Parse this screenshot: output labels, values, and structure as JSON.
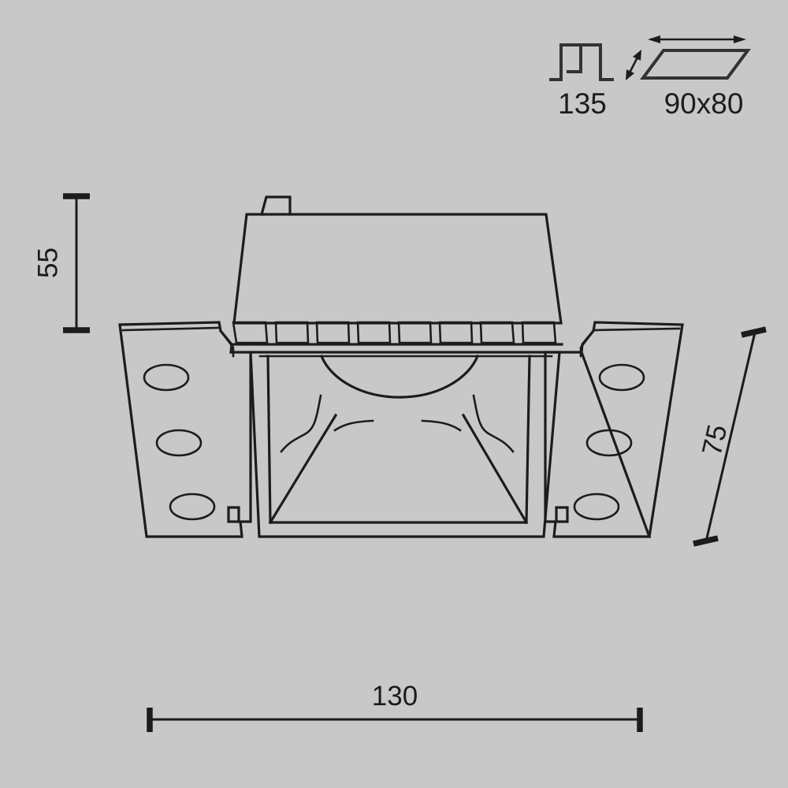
{
  "drawing": {
    "title": "Recessed square downlight — dimensioned technical outline",
    "background_color": "#c8c8c8",
    "line_color": "#1c1c1c",
    "units": "mm"
  },
  "dimensions": {
    "height_label": "55",
    "depth_label": "75",
    "width_label": "130"
  },
  "callouts": {
    "cutout_depth": {
      "label": "135",
      "icon": "bracket-profile-icon"
    },
    "cutout_size": {
      "label": "90x80",
      "icon": "parallelogram-plate-icon"
    }
  },
  "parts": {
    "body": "driver-housing",
    "fins": "heatsink-slots",
    "tab": "mounting-tab",
    "reflector": "reflector-cone",
    "bracket_left": "spring-bracket-left",
    "bracket_right": "spring-bracket-right",
    "hole_count_per_bracket": 3
  }
}
